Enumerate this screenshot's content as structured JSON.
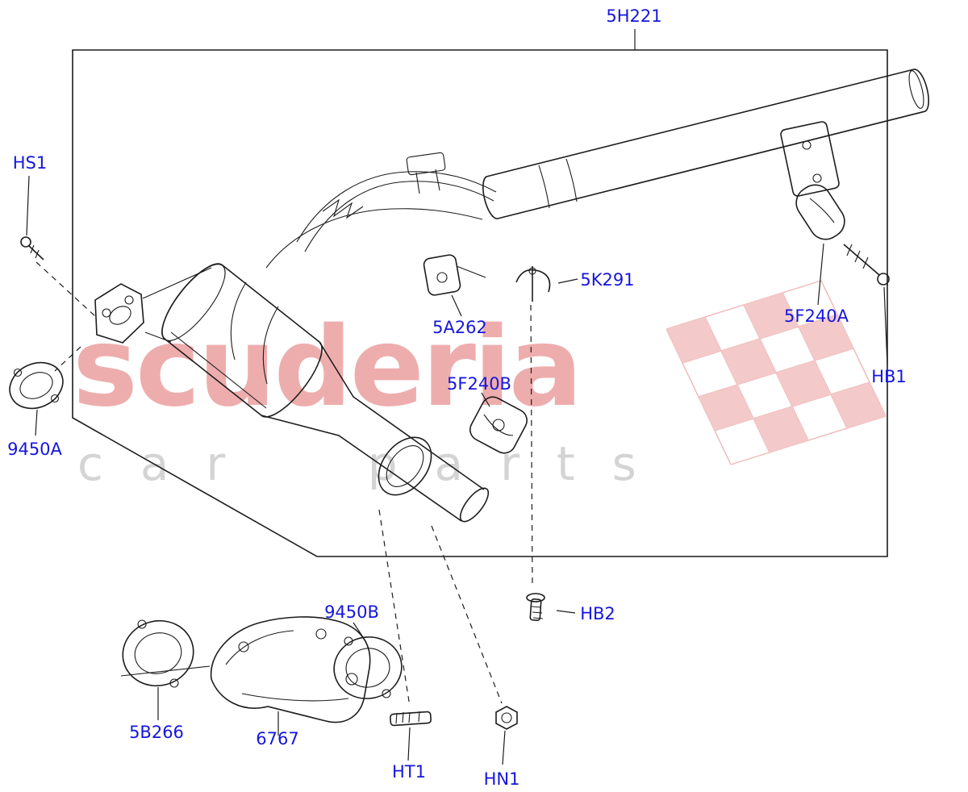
{
  "watermark": {
    "brand": "scuderia",
    "subtitle": "car parts"
  },
  "labels": {
    "5h221": "5H221",
    "hs1": "HS1",
    "5k291": "5K291",
    "5a262": "5A262",
    "5f240a": "5F240A",
    "hb1": "HB1",
    "5f240b": "5F240B",
    "9450a": "9450A",
    "9450b": "9450B",
    "hb2": "HB2",
    "5b266": "5B266",
    "6767": "6767",
    "ht1": "HT1",
    "hn1": "HN1"
  },
  "colors": {
    "label_blue": "#1616dd",
    "line_black": "#1c1c1c",
    "watermark_red": "#eeadad",
    "watermark_gray": "#d4d4d4",
    "flag_red": "#eaa6a6"
  }
}
